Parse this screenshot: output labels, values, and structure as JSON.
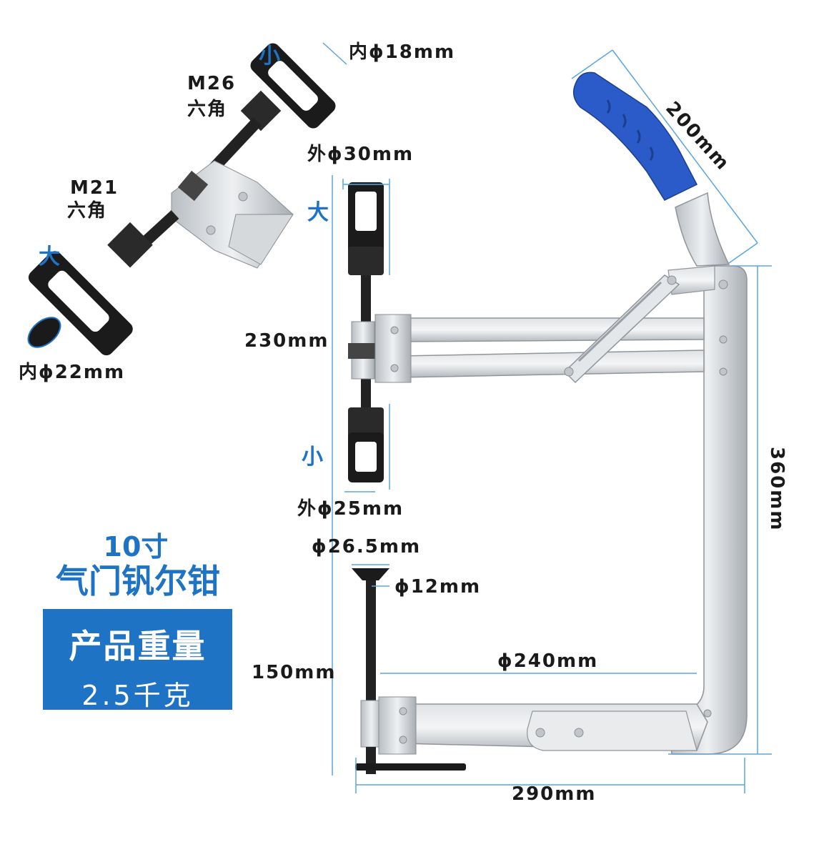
{
  "product": {
    "size": "10寸",
    "name": "气门钒尔钳",
    "weight_label": "产品重量",
    "weight_value": "2.5千克"
  },
  "labels": {
    "inner_18": "内ϕ18mm",
    "small_top": "小",
    "m26": "M26",
    "hex_top": "六角",
    "m21": "M21",
    "hex_bottom": "六角",
    "large_left": "大",
    "inner_22": "内ϕ22mm",
    "outer_30": "外ϕ30mm",
    "large_mid": "大",
    "small_mid": "小",
    "outer_25": "外ϕ25mm",
    "d26_5": "ϕ26.5mm",
    "d12": "ϕ12mm",
    "h230": "230mm",
    "h150": "150mm",
    "d240": "ϕ240mm",
    "w290": "290mm",
    "h360": "360mm",
    "l200": "200mm"
  },
  "colors": {
    "accent": "#1f73c4",
    "steel": "#c8ccd0",
    "black_part": "#1b1b1b",
    "handle_grip": "#2a5bc8"
  }
}
